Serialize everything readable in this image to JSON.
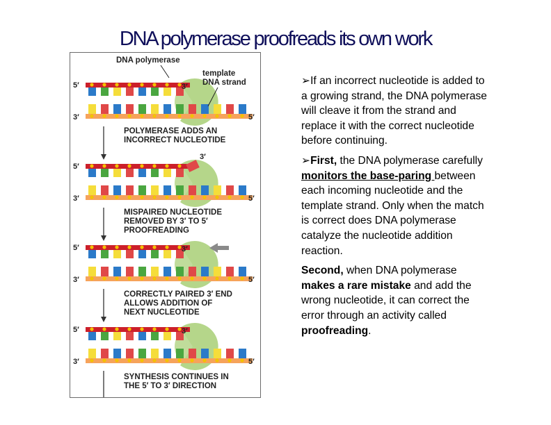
{
  "title": "DNA polymerase proofreads its own work",
  "figure": {
    "top_label": "DNA polymerase",
    "template_label_1": "template",
    "template_label_2": "DNA strand",
    "step1_line1": "POLYMERASE ADDS AN",
    "step1_line2": "INCORRECT NUCLEOTIDE",
    "step2_line1": "MISPAIRED NUCLEOTIDE",
    "step2_line2": "REMOVED BY 3′ TO 5′",
    "step2_line3": "PROOFREADING",
    "step3_line1": "CORRECTLY PAIRED 3′ END",
    "step3_line2": "ALLOWS ADDITION OF",
    "step3_line3": "NEXT NUCLEOTIDE",
    "step4_line1": "SYNTHESIS CONTINUES IN",
    "step4_line2": "THE 5′ TO 3′ DIRECTION",
    "end_5": "5′",
    "end_3": "3′",
    "colors": {
      "polymerase": "#b5d68a",
      "strand_red": "#cc1f2a",
      "strand_orange": "#f6a35b",
      "backbone_dot": "#f3c200",
      "blue": "#2b7ac9",
      "green": "#4aa640",
      "yellow": "#f5dd3a",
      "red": "#e04848"
    }
  },
  "bullets": {
    "b1_arrow": "➢",
    "b1_text": "If an incorrect nucleotide is added to a growing strand, the DNA polymerase will cleave it from the strand and replace it with the correct nucleotide before continuing.",
    "b2_arrow": "➢",
    "b2_bold": "First,",
    "b2_text1": " the DNA polymerase carefully ",
    "b2_ul": "monitors the base-paring ",
    "b2_text2": "between each incoming nucleotide and the template strand. Only when the match is correct does DNA polymerase catalyze the nucleotide addition reaction.",
    "b3_bold1": "Second,",
    "b3_text1": " when DNA polymerase ",
    "b3_bold2": "makes a rare mistake",
    "b3_text2": " and add the wrong nucleotide, it can correct the error through an activity called ",
    "b3_bold3": "proofreading",
    "b3_text3": "."
  }
}
